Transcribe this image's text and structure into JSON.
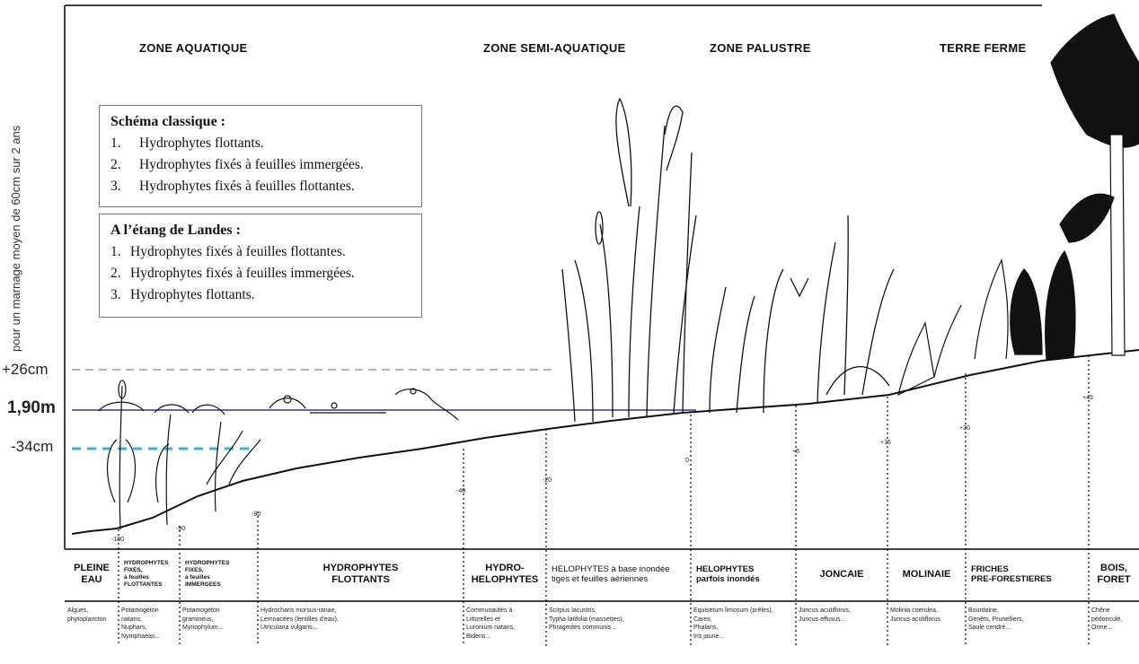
{
  "diagram": {
    "zones": [
      {
        "label": "ZONE AQUATIQUE"
      },
      {
        "label": "ZONE SEMI-AQUATIQUE"
      },
      {
        "label": "ZONE PALUSTRE"
      },
      {
        "label": "TERRE FERME"
      }
    ],
    "y_axis_label": "pour un marnage moyen de 60cm sur 2 ans",
    "levels": [
      {
        "label": "+26cm",
        "color": "#888888"
      },
      {
        "label": "1,90m",
        "color": "#2b3a8f"
      },
      {
        "label": "-34cm",
        "color": "#2fb6d6"
      }
    ],
    "box_classic": {
      "title": "Schéma classique :",
      "items": [
        {
          "num": "1.",
          "text": "Hydrophytes flottants."
        },
        {
          "num": "2.",
          "text": "Hydrophytes fixés à feuilles immergées."
        },
        {
          "num": "3.",
          "text": "Hydrophytes fixés à feuilles flottantes."
        }
      ]
    },
    "box_landes": {
      "title": "A l’étang de Landes :",
      "items": [
        {
          "num": "1.",
          "text": "Hydrophytes fixés à feuilles flottantes."
        },
        {
          "num": "2.",
          "text": "Hydrophytes fixés à feuilles immergées."
        },
        {
          "num": "3.",
          "text": "Hydrophytes flottants."
        }
      ]
    },
    "depth_markers": [
      {
        "label": "-100"
      },
      {
        "label": "-90"
      },
      {
        "label": "-80"
      },
      {
        "label": "-40"
      },
      {
        "label": "-20"
      },
      {
        "label": "0"
      },
      {
        "label": "+5"
      },
      {
        "label": "+15"
      },
      {
        "label": "+30"
      },
      {
        "label": "+45"
      }
    ],
    "columns": [
      {
        "name": "PLEINE\nEAU",
        "species": "Algues,\nphytoplancton"
      },
      {
        "name": "HYDROPHYTES\nFIXES,\nà feuilles\nFLOTTANTES",
        "species": "Potamogeton\nnatans,\nNuphars,\nNymphaéas..."
      },
      {
        "name": "HYDROPHYTES\nFIXES,\nà feuilles\nIMMERGEES",
        "species": "Potamogeton\ngramineus,\nMyriophylum..."
      },
      {
        "name": "HYDROPHYTES\nFLOTTANTS",
        "species": "Hydrocharis morsus-ranae,\nLemnacées (lentilles d'eau),\nUtricularia vulgaris..."
      },
      {
        "name": "HYDRO-\nHELOPHYTES",
        "species": "Communautés à\nLittorelles et\nLuronium natans,\nBidens..."
      },
      {
        "name": "HELOPHYTES à base inondée\ntiges et feuilles aériennes",
        "species": "Scirpus lacustris,\nTypha latifolia (massettes),\nPhragmites communis..."
      },
      {
        "name": "HELOPHYTES\nparfois inondés",
        "species": "Equisetum limosum (prêles),\nCarex,\nPhalaris,\nIris jaune..."
      },
      {
        "name": "JONCAIE",
        "species": "Juncus acutiflorus,\nJuncus effusus..."
      },
      {
        "name": "MOLINAIE",
        "species": "Molinia coerulea,\nJuncus acutiflorus"
      },
      {
        "name": "FRICHES\nPRE-FORESTIERES",
        "species": "Bourdaine,\nGenêts, Prunelliers,\nSaule cendré..."
      },
      {
        "name": "BOIS,\nFORET",
        "species": "Chêne\npédonculé,\nOrme..."
      }
    ]
  }
}
